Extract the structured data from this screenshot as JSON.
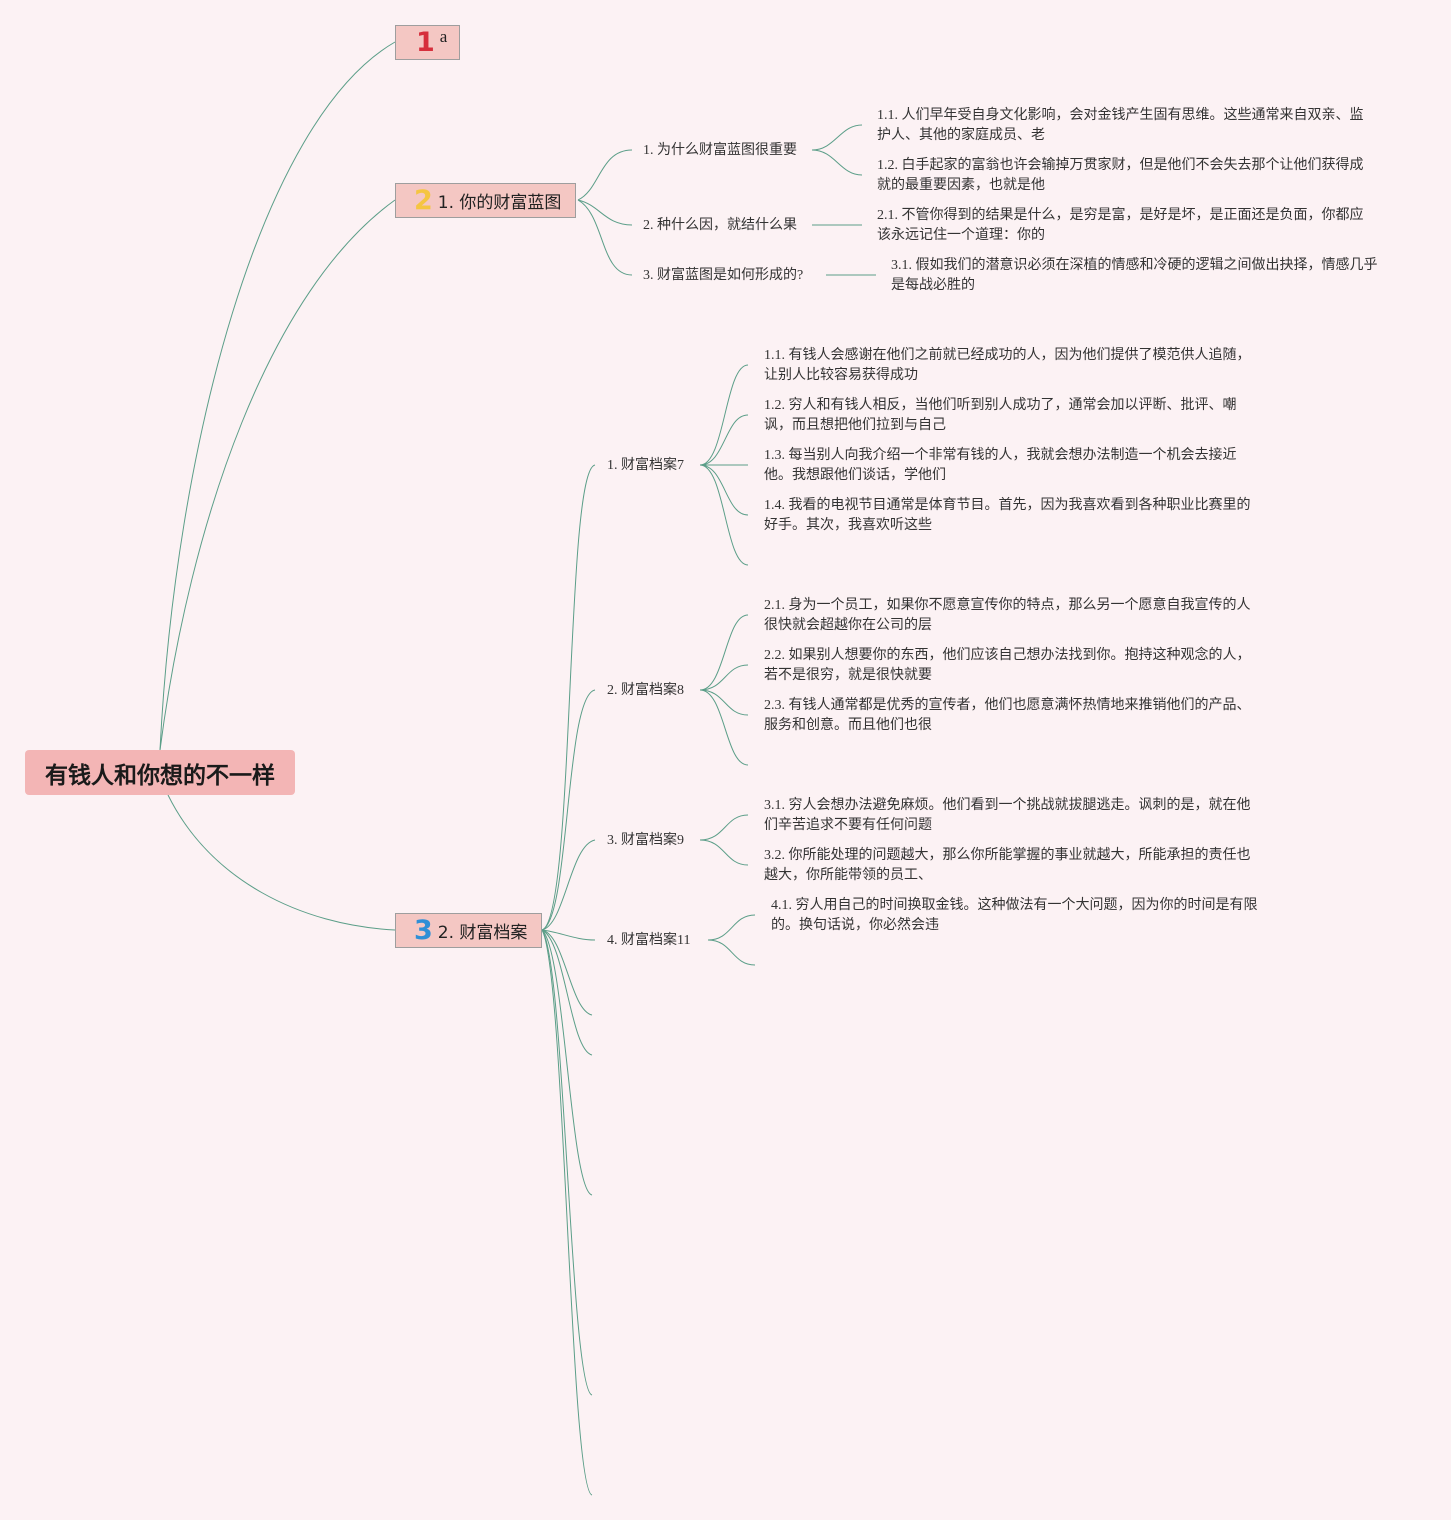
{
  "root": {
    "label": "有钱人和你想的不一样"
  },
  "main_topics": [
    {
      "number": "1",
      "number_color": "#d62f3c",
      "label": "a"
    },
    {
      "number": "2",
      "number_color": "#f5c542",
      "label": "1. 你的财富蓝图"
    },
    {
      "number": "3",
      "number_color": "#2f8fd6",
      "label": "2. 财富档案"
    }
  ],
  "blueprint": {
    "subtopics": [
      {
        "label": "1. 为什么财富蓝图很重要",
        "leaves": [
          "1.1. 人们早年受自身文化影响，会对金钱产生固有思维。这些通常来自双亲、监护人、其他的家庭成员、老",
          "1.2. 白手起家的富翁也许会输掉万贯家财，但是他们不会失去那个让他们获得成就的最重要因素，也就是他"
        ]
      },
      {
        "label": "2. 种什么因，就结什么果",
        "leaves": [
          "2.1. 不管你得到的结果是什么，是穷是富，是好是坏，是正面还是负面，你都应该永远记住一个道理：你的"
        ]
      },
      {
        "label": "3. 财富蓝图是如何形成的?",
        "leaves": [
          "3.1. 假如我们的潜意识必须在深植的情感和冷硬的逻辑之间做出抉择，情感几乎是每战必胜的"
        ]
      }
    ]
  },
  "archive": {
    "subtopics": [
      {
        "label": "1. 财富档案7",
        "leaves": [
          "1.1. 有钱人会感谢在他们之前就已经成功的人，因为他们提供了模范供人追随，让别人比较容易获得成功",
          "1.2. 穷人和有钱人相反，当他们听到别人成功了，通常会加以评断、批评、嘲讽，而且想把他们拉到与自己",
          "1.3. 每当别人向我介绍一个非常有钱的人，我就会想办法制造一个机会去接近他。我想跟他们谈话，学他们",
          "1.4. 我看的电视节目通常是体育节目。首先，因为我喜欢看到各种职业比赛里的好手。其次，我喜欢听这些"
        ]
      },
      {
        "label": "2. 财富档案8",
        "leaves": [
          "2.1. 身为一个员工，如果你不愿意宣传你的特点，那么另一个愿意自我宣传的人很快就会超越你在公司的层",
          "2.2. 如果别人想要你的东西，他们应该自己想办法找到你。抱持这种观念的人，若不是很穷，就是很快就要",
          "2.3. 有钱人通常都是优秀的宣传者，他们也愿意满怀热情地来推销他们的产品、服务和创意。而且他们也很"
        ]
      },
      {
        "label": "3. 财富档案9",
        "leaves": [
          "3.1. 穷人会想办法避免麻烦。他们看到一个挑战就拔腿逃走。讽刺的是，就在他们辛苦追求不要有任何问题",
          "3.2. 你所能处理的问题越大，那么你所能掌握的事业就越大，所能承担的责任也越大，你所能带领的员工、"
        ]
      },
      {
        "label": "4. 财富档案11",
        "leaves": [
          "4.1. 穷人用自己的时间换取金钱。这种做法有一个大问题，因为你的时间是有限的。换句话说，你必然会违"
        ]
      }
    ]
  },
  "colors": {
    "background": "#fcf2f4",
    "root_fill": "#f3b5b5",
    "topic_fill": "#f4c7c3",
    "connector": "#5b9e88"
  }
}
